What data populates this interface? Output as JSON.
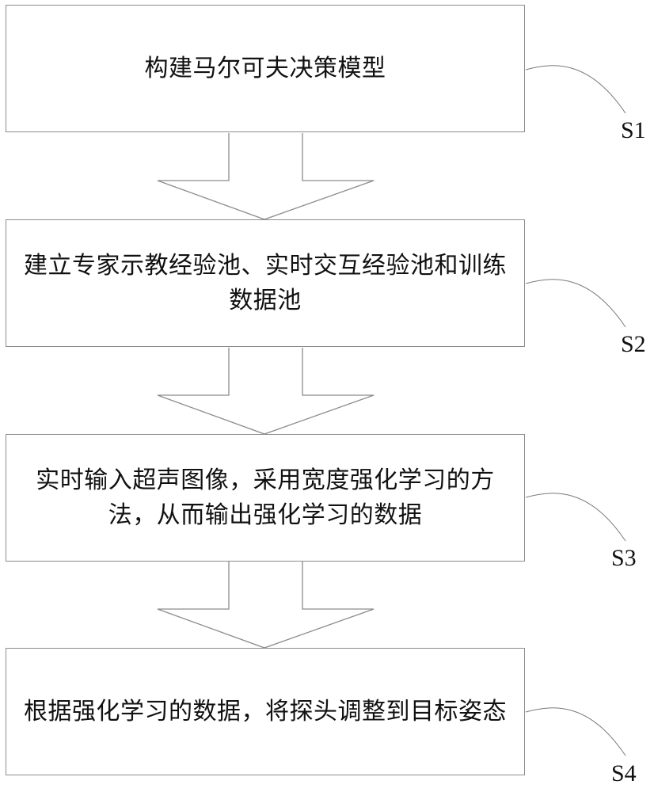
{
  "flowchart": {
    "steps": [
      {
        "id": "S1",
        "label": "S1",
        "text": "构建马尔可夫决策模型"
      },
      {
        "id": "S2",
        "label": "S2",
        "text": "建立专家示教经验池、实时交互经验池和训练数据池"
      },
      {
        "id": "S3",
        "label": "S3",
        "text": "实时输入超声图像，采用宽度强化学习的方法，从而输出强化学习的数据"
      },
      {
        "id": "S4",
        "label": "S4",
        "text": "根据强化学习的数据，将探头调整到目标姿态"
      }
    ],
    "colors": {
      "stroke": "#8c8c8c",
      "text": "#111111",
      "background": "#ffffff"
    }
  }
}
